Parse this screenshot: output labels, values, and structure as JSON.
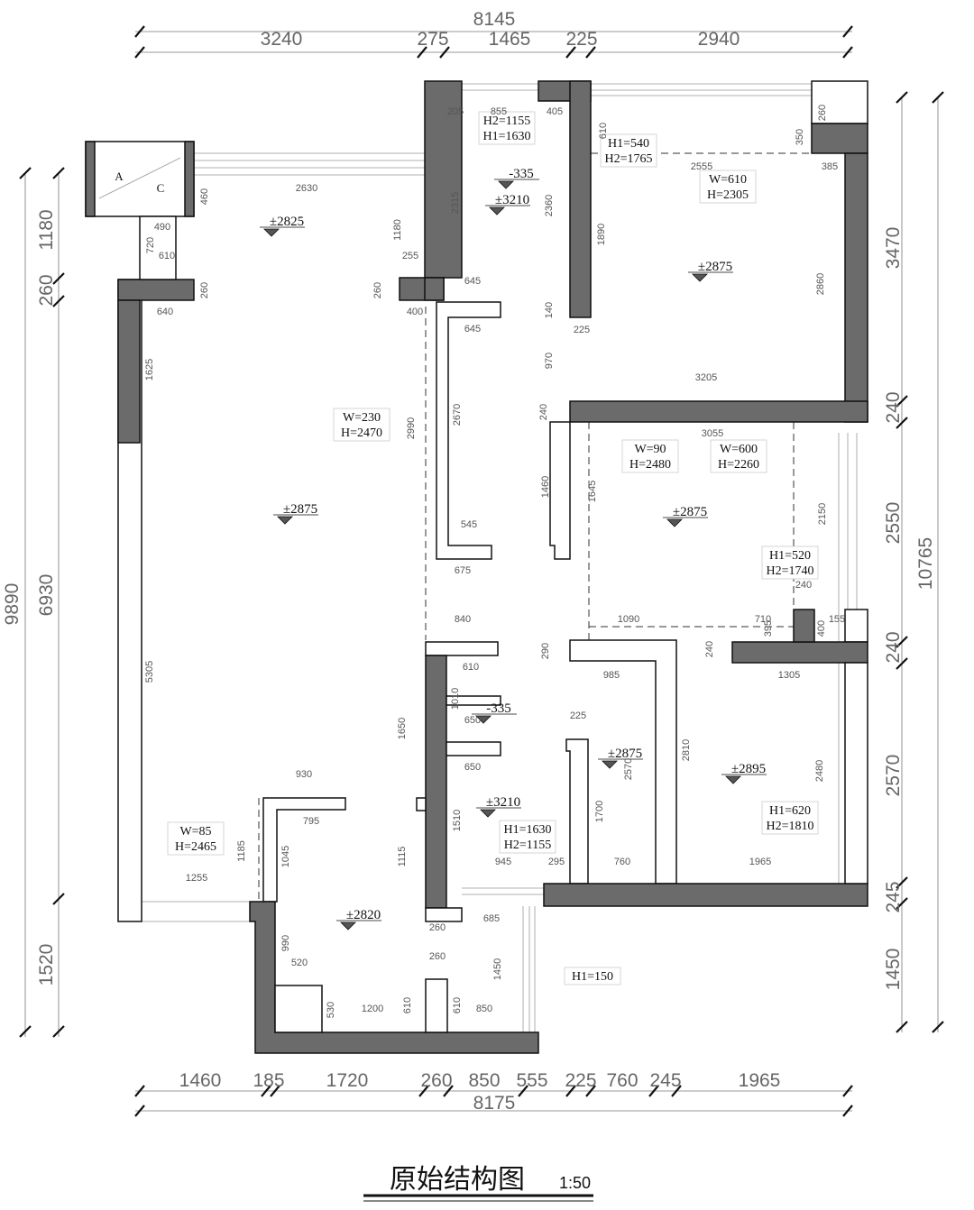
{
  "overall": {
    "top_total": "8145",
    "top": [
      "3240",
      "275",
      "1465",
      "225",
      "2940"
    ],
    "bottom": [
      "1460",
      "185",
      "1720",
      "260",
      "850",
      "555",
      "225",
      "760",
      "245",
      "1965"
    ],
    "bottom_total": "8175",
    "left": [
      "1180",
      "260",
      "6930",
      "1520"
    ],
    "left_total": "9890",
    "right": [
      "3470",
      "240",
      "2550",
      "240",
      "2570",
      "245",
      "1450"
    ],
    "right_total": "10765"
  },
  "levels": [
    "±2825",
    "-335",
    "±3210",
    "±2875",
    "±2875",
    "±2875",
    "-335",
    "±2875",
    "±2895",
    "±3210",
    "±2820"
  ],
  "notes": [
    [
      "H2=1155",
      "H1=1630"
    ],
    [
      "H1=540",
      "H2=1765"
    ],
    [
      "W=610",
      "H=2305"
    ],
    [
      "W=230",
      "H=2470"
    ],
    [
      "W=90",
      "H=2480"
    ],
    [
      "W=600",
      "H=2260"
    ],
    [
      "H1=520",
      "H2=1740"
    ],
    [
      "H1=620",
      "H2=1810"
    ],
    [
      "W=85",
      "H=2465"
    ],
    [
      "H1=1630",
      "H2=1155"
    ],
    [
      "H1=150"
    ]
  ],
  "dims": [
    "205",
    "855",
    "405",
    "610",
    "260",
    "350",
    "2555",
    "385",
    "2315",
    "2360",
    "1890",
    "2860",
    "645",
    "645",
    "140",
    "225",
    "970",
    "3205",
    "240",
    "3055",
    "1460",
    "1645",
    "2150",
    "240",
    "710",
    "395",
    "400",
    "155",
    "1090",
    "290",
    "240",
    "985",
    "1305",
    "2990",
    "2670",
    "545",
    "675",
    "840",
    "610",
    "1010",
    "650",
    "650",
    "1650",
    "225",
    "2570",
    "2810",
    "2480",
    "1700",
    "1510",
    "1115",
    "945",
    "295",
    "760",
    "1965",
    "930",
    "795",
    "1185",
    "1045",
    "1255",
    "990",
    "520",
    "530",
    "1200",
    "610",
    "610",
    "850",
    "260",
    "260",
    "685",
    "1450",
    "2630",
    "460",
    "1180",
    "255",
    "260",
    "400",
    "490",
    "720",
    "610",
    "260",
    "640",
    "1625",
    "5305"
  ],
  "legend_box": {
    "a": "A",
    "c": "C"
  },
  "title": {
    "text": "原始结构图",
    "scale": "1:50"
  }
}
